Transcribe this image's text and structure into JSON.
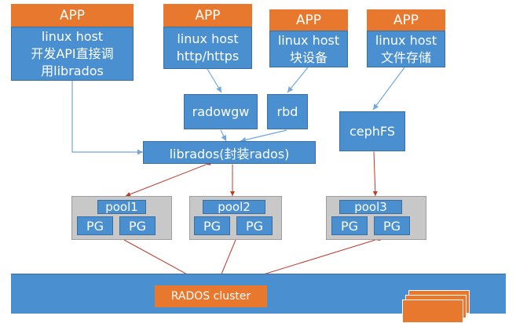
{
  "apps": [
    {
      "header": "APP",
      "lines": [
        "linux host",
        "开发API直接调",
        "用librados"
      ]
    },
    {
      "header": "APP",
      "lines": [
        "linux host",
        "http/https"
      ]
    },
    {
      "header": "APP",
      "lines": [
        "linux host",
        "块设备"
      ]
    },
    {
      "header": "APP",
      "lines": [
        "linux host",
        "文件存储"
      ]
    }
  ],
  "middle": {
    "radowgw": "radowgw",
    "rbd": "rbd",
    "cephfs": "cephFS",
    "librados": "librados(封装rados)"
  },
  "pools": [
    {
      "name": "pool1",
      "pgs": [
        "PG",
        "PG"
      ]
    },
    {
      "name": "pool2",
      "pgs": [
        "PG",
        "PG"
      ]
    },
    {
      "name": "pool3",
      "pgs": [
        "PG",
        "PG"
      ]
    }
  ],
  "cluster": {
    "label": "RADOS cluster"
  },
  "colors": {
    "orange": "#E9782F",
    "blue": "#4A8FD0",
    "gray": "#C8C8C8",
    "red_arrow": "#C0392B",
    "link_arrow": "#6FA8DC"
  }
}
